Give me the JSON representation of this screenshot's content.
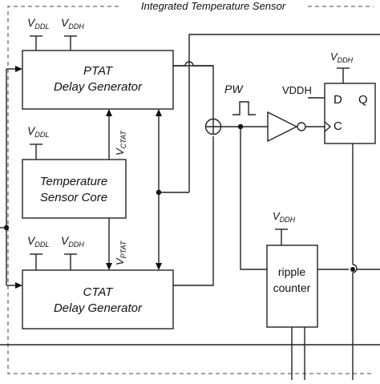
{
  "frame_title": "Integrated Temperature Sensor",
  "blocks": {
    "ptat": {
      "line1": "PTAT",
      "line2": "Delay Generator"
    },
    "core": {
      "line1": "Temperature",
      "line2": "Sensor Core"
    },
    "ctat": {
      "line1": "CTAT",
      "line2": "Delay Generator"
    },
    "flipflop": {
      "d": "D",
      "q": "Q",
      "c": "C"
    },
    "ripple": {
      "line1": "ripple",
      "line2": "counter"
    }
  },
  "supplies": {
    "v": "V",
    "ddl": "DDL",
    "ddh": "DDH",
    "ddh_caps": "VDDH"
  },
  "signals": {
    "v": "V",
    "ctat_sub": "CTAT",
    "ptat_sub": "PTAT",
    "pw": "PW"
  },
  "icons": [
    "xor-symbol",
    "inverter-symbol",
    "pulse-waveform",
    "arrowhead"
  ]
}
